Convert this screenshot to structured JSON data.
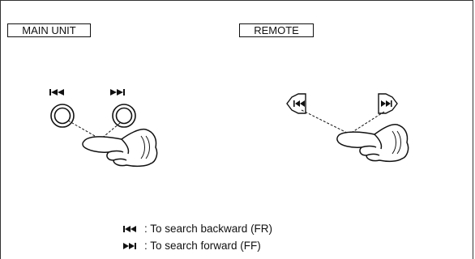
{
  "labels": {
    "main_unit": "MAIN UNIT",
    "remote": "REMOTE"
  },
  "legend": [
    {
      "icon": "skip-backward-icon",
      "text": ": To search backward (FR)"
    },
    {
      "icon": "skip-forward-icon",
      "text": ": To search forward (FF)"
    }
  ]
}
